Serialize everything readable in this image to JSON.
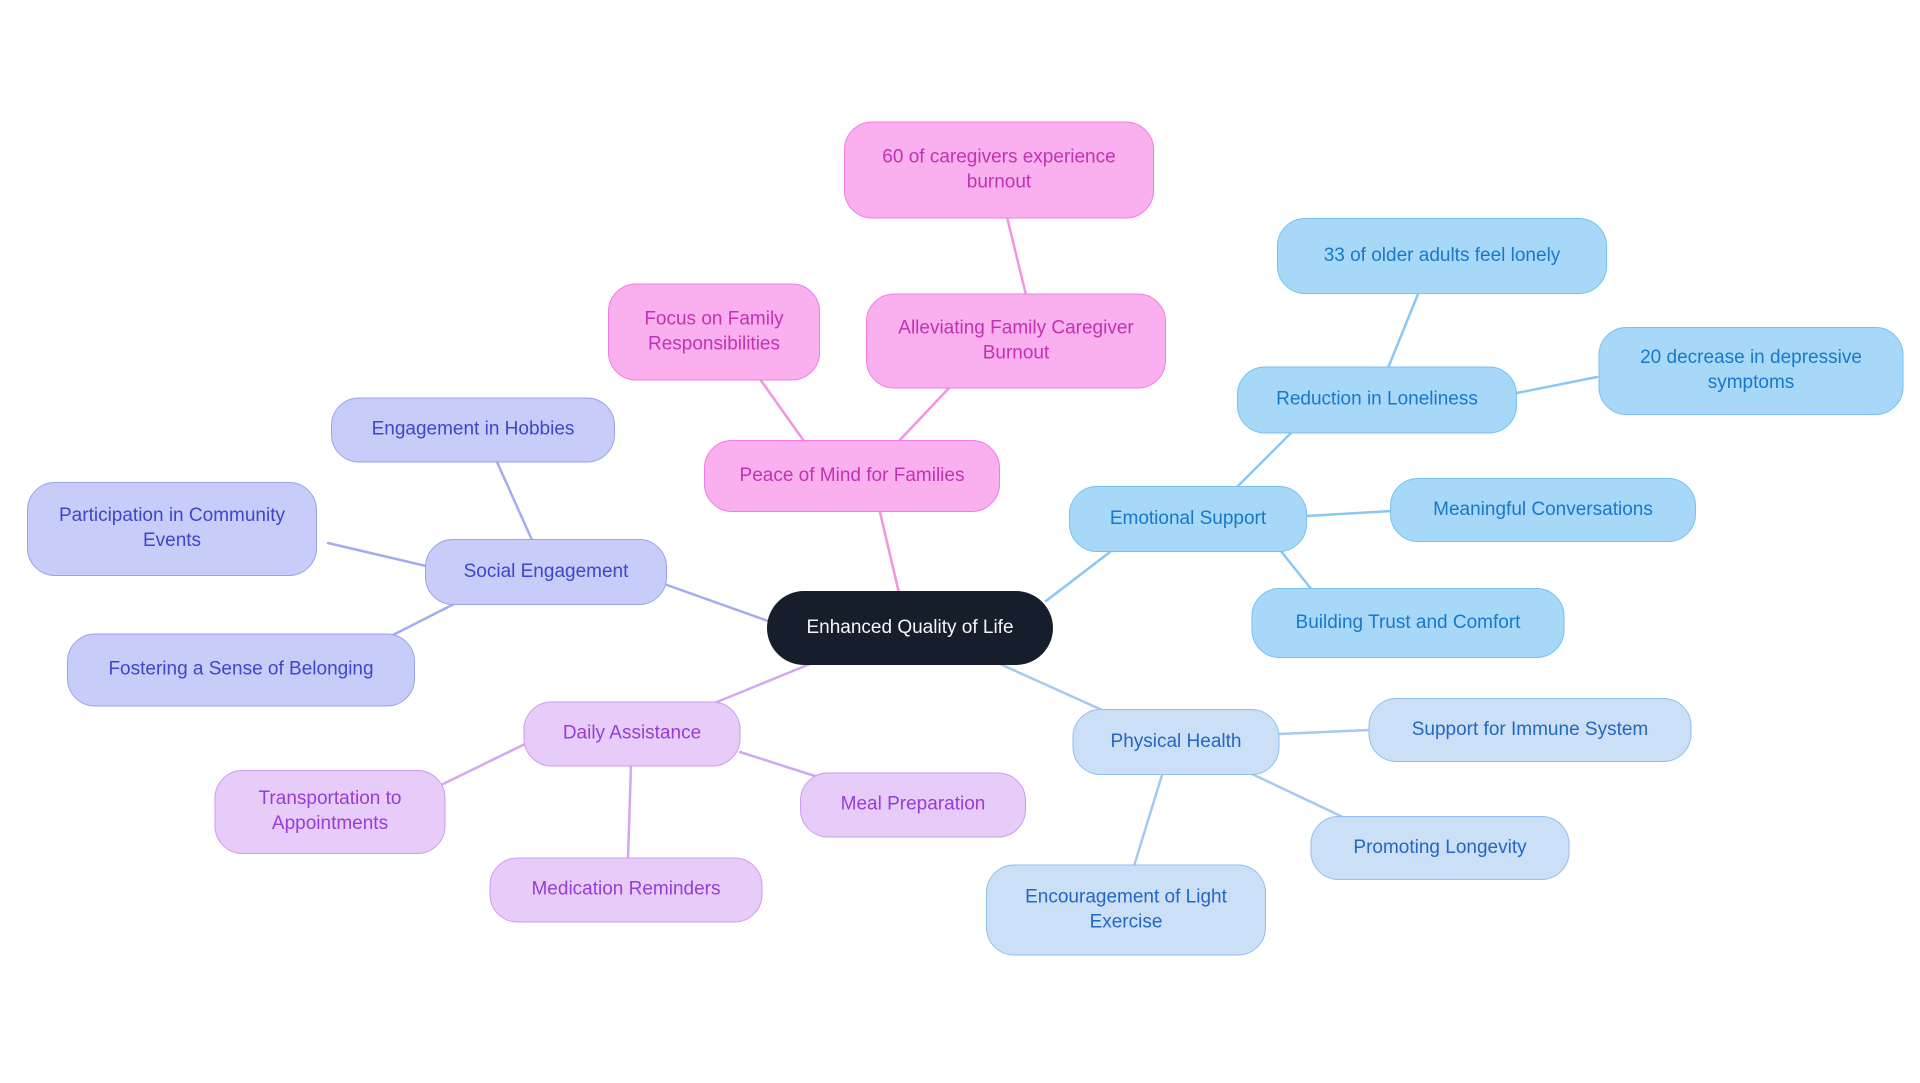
{
  "app": {
    "type": "mindmap-diagram",
    "background_color": "#FFFFFF"
  },
  "mindmap": {
    "root": {
      "label": "Enhanced Quality of Life",
      "fill": "#161D2B",
      "text_color": "#F5F6F8"
    },
    "branches": [
      {
        "label": "Peace of Mind for Families",
        "theme": {
          "fill": "#FAAFEF",
          "border": "#F37CE2",
          "text": "#C233B1",
          "line": "#F195E2"
        },
        "children": [
          {
            "label": "Focus on Family Responsibilities",
            "children": []
          },
          {
            "label": "Alleviating Family Caregiver Burnout",
            "children": [
              {
                "label": "60 of caregivers experience burnout",
                "children": []
              }
            ]
          }
        ]
      },
      {
        "label": "Emotional Support",
        "theme": {
          "fill": "#A7D8F8",
          "border": "#77C0F0",
          "text": "#1879C9",
          "line": "#8AC8F2"
        },
        "children": [
          {
            "label": "Reduction in Loneliness",
            "children": [
              {
                "label": "33 of older adults feel lonely",
                "children": []
              },
              {
                "label": "20 decrease in depressive symptoms",
                "children": []
              }
            ]
          },
          {
            "label": "Meaningful Conversations",
            "children": []
          },
          {
            "label": "Building Trust and Comfort",
            "children": []
          }
        ]
      },
      {
        "label": "Social Engagement",
        "theme": {
          "fill": "#C8CCF8",
          "border": "#9AA1EE",
          "text": "#3F46C9",
          "line": "#A4ABF0"
        },
        "children": [
          {
            "label": "Engagement in Hobbies",
            "children": []
          },
          {
            "label": "Participation in Community Events",
            "children": []
          },
          {
            "label": "Fostering a Sense of Belonging",
            "children": []
          }
        ]
      },
      {
        "label": "Daily Assistance",
        "theme": {
          "fill": "#E7CCF9",
          "border": "#CD9BF0",
          "text": "#963DD8",
          "line": "#D3A8F3"
        },
        "children": [
          {
            "label": "Transportation to Appointments",
            "children": []
          },
          {
            "label": "Medication Reminders",
            "children": []
          },
          {
            "label": "Meal Preparation",
            "children": []
          }
        ]
      },
      {
        "label": "Physical Health",
        "theme": {
          "fill": "#CBDFF7",
          "border": "#93BEEF",
          "text": "#2268C2",
          "line": "#A6C9F1"
        },
        "children": [
          {
            "label": "Support for Immune System",
            "children": []
          },
          {
            "label": "Promoting Longevity",
            "children": []
          },
          {
            "label": "Encouragement of Light Exercise",
            "children": []
          }
        ]
      }
    ]
  }
}
